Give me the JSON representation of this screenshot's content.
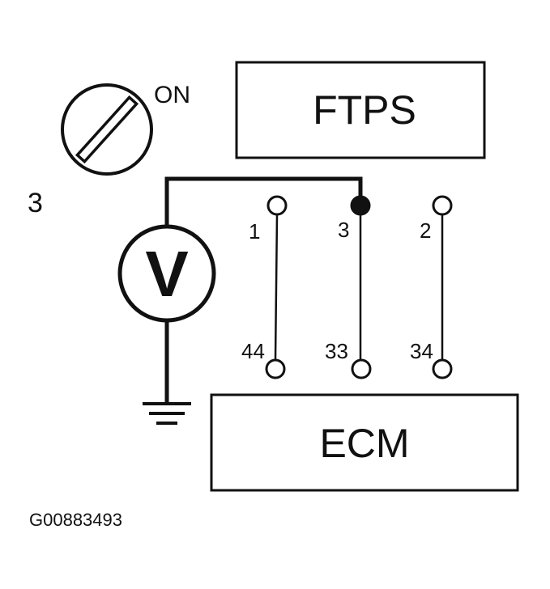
{
  "step_number": "3",
  "ignition": {
    "state_label": "ON",
    "icon": "ignition-key-icon"
  },
  "components": {
    "sensor_label": "FTPS",
    "module_label": "ECM"
  },
  "voltmeter": {
    "symbol": "V",
    "icon": "voltmeter-icon"
  },
  "ground": {
    "icon": "ground-symbol-icon"
  },
  "sensor_pins": [
    "1",
    "3",
    "2"
  ],
  "module_pins": [
    "44",
    "33",
    "34"
  ],
  "probed_pin": "3",
  "figure_code": "G00883493",
  "colors": {
    "line": "#111111",
    "background": "#ffffff"
  }
}
